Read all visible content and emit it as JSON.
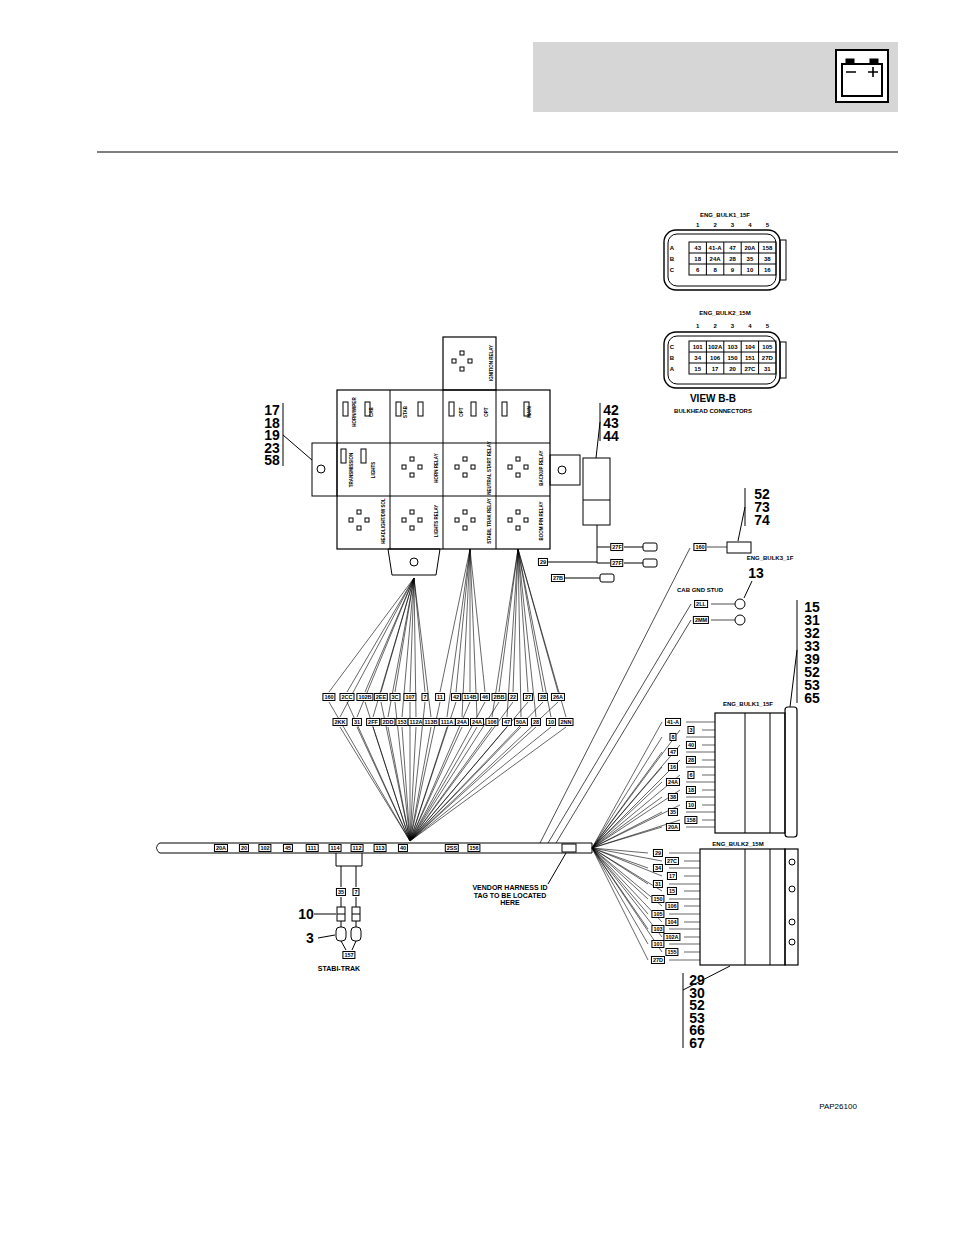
{
  "diagram": {
    "nodes": [
      {
        "text": [
          "ENG_BULK1_15F"
        ]
      },
      {
        "text": [
          "ENG_BULK2_15M"
        ]
      },
      {
        "text": [
          "ENG_BULK1_15F"
        ]
      },
      {
        "text": [
          "ENG_BULK2_15M"
        ]
      }
    ],
    "labels": [
      "1",
      "2",
      "3",
      "4",
      "5",
      "A",
      "B",
      "C",
      "43",
      "41-A",
      "47",
      "20A",
      "158",
      "18",
      "24A",
      "28",
      "35",
      "38",
      "6",
      "8",
      "9",
      "10",
      "16",
      "1",
      "2",
      "3",
      "4",
      "5",
      "C",
      "B",
      "A",
      "101",
      "102A",
      "103",
      "104",
      "105",
      "34",
      "106",
      "150",
      "151",
      "27D",
      "15",
      "17",
      "20",
      "27C",
      "31",
      "VIEW B-B",
      "BULKHEAD CONNECTORS",
      "HORN/WIPER",
      "CAB",
      "STAB",
      "OPT",
      "OPT",
      "MAIN",
      "TRANSMISSION",
      "LIGHTS",
      "IGNITION RELAY",
      "HORN RELAY",
      "NEUTRAL START RELAY",
      "BACKUP RELAY",
      "HEADLIGHT/DW SOL",
      "LIGHTS RELAY",
      "STABIL TRAK RELAY",
      "BOOM PIN RELAY",
      "17",
      "18",
      "19",
      "23",
      "58",
      "42",
      "43",
      "44",
      "27F",
      "27F",
      "29",
      "27B",
      "52",
      "73",
      "74",
      "160",
      "ENG_BULK3_1F",
      "13",
      "CAB GND STUD",
      "2LL",
      "2MM",
      "15",
      "31",
      "32",
      "33",
      "39",
      "52",
      "53",
      "65",
      "160",
      "2CC",
      "102B",
      "2EE",
      "3C",
      "107",
      "7",
      "11",
      "42",
      "114B",
      "46",
      "2BB",
      "22",
      "27",
      "28",
      "26A",
      "2KK",
      "31",
      "2FF",
      "2DD",
      "153",
      "112A",
      "113B",
      "111A",
      "24A",
      "24A",
      "106",
      "47",
      "50A",
      "28",
      "10",
      "2NN",
      "20A",
      "20",
      "102",
      "45",
      "111",
      "114",
      "112",
      "113",
      "40",
      "2SS",
      "156",
      "35",
      "7",
      "157",
      "STABI-TRAK",
      "10",
      "3",
      "VENDOR HARNESS ID TAG TO BE LOCATED HERE",
      "41-A",
      "3",
      "8",
      "40",
      "47",
      "28",
      "16",
      "6",
      "24A",
      "18",
      "38",
      "10",
      "35",
      "158",
      "20A",
      "29",
      "27C",
      "34",
      "17",
      "31",
      "15",
      "150",
      "106",
      "105",
      "104",
      "103",
      "102A",
      "101",
      "155",
      "27D",
      "29",
      "30",
      "52",
      "53",
      "66",
      "67",
      "PAP26100"
    ]
  }
}
